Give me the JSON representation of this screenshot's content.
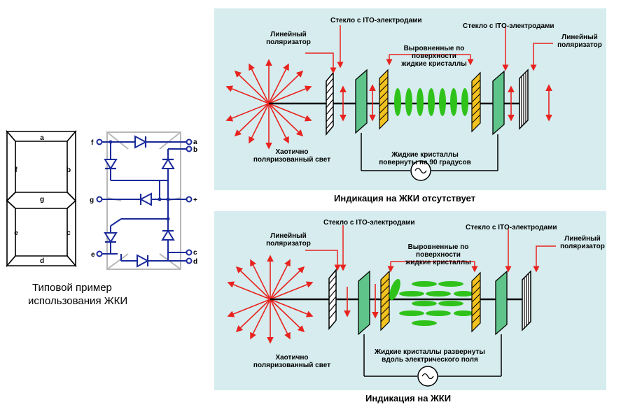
{
  "segment_display": {
    "labels": [
      "a",
      "b",
      "c",
      "d",
      "e",
      "f",
      "g"
    ],
    "caption_line1": "Типовой пример",
    "caption_line2": "использования ЖКИ"
  },
  "diode_circuit": {
    "pins": [
      "f",
      "g",
      "e",
      "a",
      "b",
      "+",
      "c",
      "d"
    ]
  },
  "panel_top": {
    "polarizer_left": [
      "Линейный",
      "поляризатор"
    ],
    "glass_left": "Стекло с ITO-электродами",
    "glass_right": "Стекло с ITO-электродами",
    "polarizer_right": [
      "Линейный",
      "поляризатор"
    ],
    "crystals": [
      "Выровненные по",
      "поверхности",
      "жидкие кристаллы"
    ],
    "light": [
      "Хаотично",
      "поляризованный свет"
    ],
    "rotated": [
      "Жидкие кристаллы",
      "повернуты на 90 градусов"
    ],
    "caption": "Индикация на ЖКИ отсутствует"
  },
  "panel_bottom": {
    "polarizer_left": [
      "Линейный",
      "поляризатор"
    ],
    "glass_left": "Стекло с ITO-электродами",
    "glass_right": "Стекло с ITO-электродами",
    "polarizer_right": [
      "Линейный",
      "поляризатор"
    ],
    "crystals": [
      "Выровненные по",
      "поверхности",
      "жидкие кристаллы"
    ],
    "light": [
      "Хаотично",
      "поляризованный свет"
    ],
    "rotated": [
      "Жидкие кристаллы развернуты",
      "вдоль электрического поля"
    ],
    "caption": "Индикация на ЖКИ"
  },
  "colors": {
    "panel_bg": "#d6ecee",
    "arrow_red": "#e8231f",
    "glass_green": "#5fc48a",
    "crystal_green": "#2fc21a",
    "polarizer_yellow": "#f2c220",
    "circuit_blue": "#1a2a9a"
  }
}
